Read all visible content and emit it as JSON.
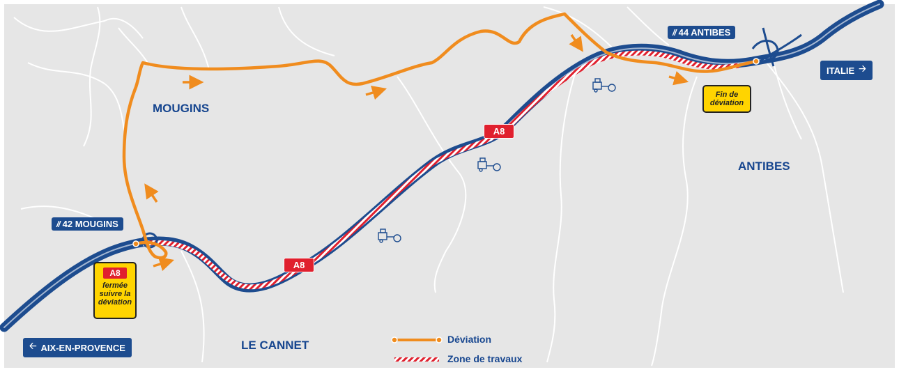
{
  "towns": {
    "mougins": "MOUGINS",
    "antibes": "ANTIBES",
    "le_cannet": "LE CANNET"
  },
  "exits": {
    "exit_42": "42 MOUGINS",
    "exit_44": "44 ANTIBES"
  },
  "directions": {
    "west": "AIX-EN-PROVENCE",
    "east": "ITALIE"
  },
  "shields": {
    "a8_upper": "A8",
    "a8_lower": "A8"
  },
  "notices": {
    "closed": {
      "tag": "A8",
      "line1": "fermée",
      "line2": "suivre la",
      "line3": "déviation"
    },
    "end": {
      "line1": "Fin de",
      "line2": "déviation"
    }
  },
  "legend": {
    "detour": "Déviation",
    "works": "Zone de travaux"
  },
  "colors": {
    "highway": "#1d4c8f",
    "detour": "#f08c1e",
    "works": "#e0202e",
    "notice": "#ffd400",
    "background": "#e6e6e6"
  },
  "icons": [
    "exit-icon",
    "arrow-left-icon",
    "arrow-right-icon",
    "construction-vehicle-icon"
  ]
}
